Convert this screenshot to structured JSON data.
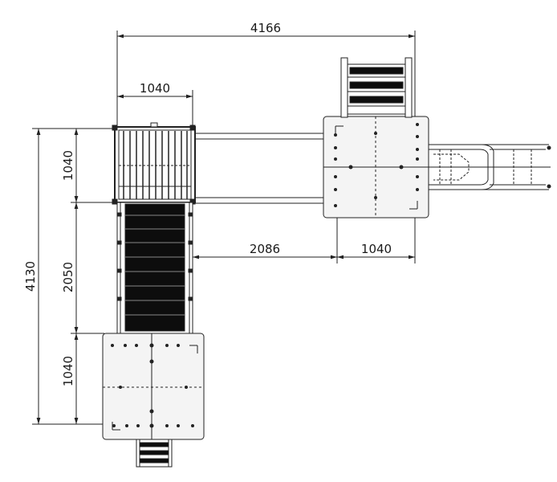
{
  "dimensions": {
    "overall_width": "4166",
    "tower_width": "1040",
    "tower_depth": "1040",
    "bridge_length": "2050",
    "overall_depth": "4130",
    "platform_spacing": "2086",
    "right_platform_width": "1040",
    "bottom_platform_depth": "1040"
  },
  "colors": {
    "line": "#222222",
    "fill_dark": "#0d0d0d",
    "fill_panel": "#f4f4f4"
  }
}
